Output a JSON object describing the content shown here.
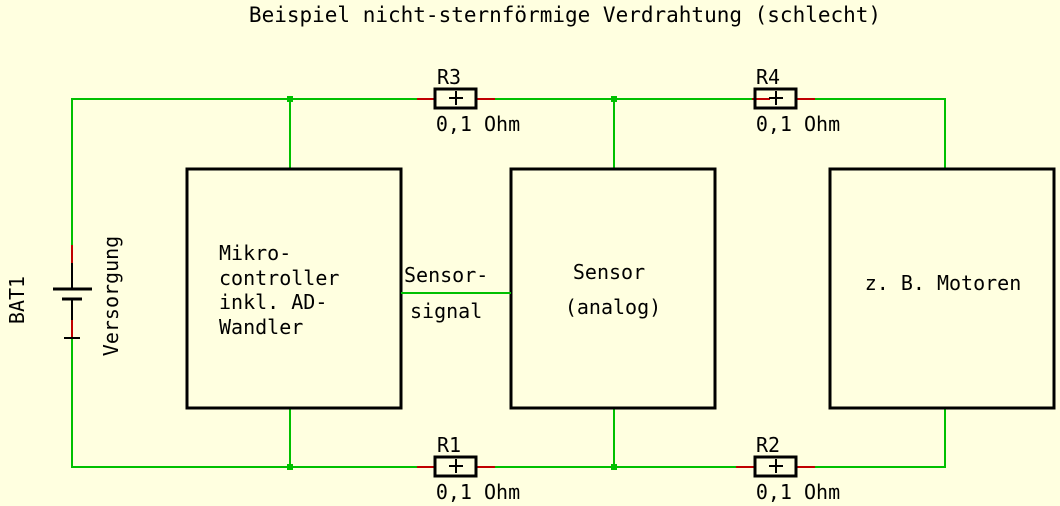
{
  "title": "Beispiel nicht-sternförmige Verdrahtung (schlecht)",
  "colors": {
    "background": "#ffffe0",
    "wire": "#00c000",
    "pin": "#c00000",
    "body": "#000000"
  },
  "battery": {
    "name": "BAT1",
    "label": "Versorgung"
  },
  "resistors": [
    {
      "name": "R3",
      "value": "0,1 Ohm"
    },
    {
      "name": "R4",
      "value": "0,1 Ohm"
    },
    {
      "name": "R1",
      "value": "0,1 Ohm"
    },
    {
      "name": "R2",
      "value": "0,1 Ohm"
    }
  ],
  "blocks": {
    "mcu": [
      "Mikro-",
      "controller",
      "inkl. AD-",
      "Wandler"
    ],
    "sensor": [
      "Sensor",
      "(analog)"
    ],
    "motor": [
      "z. B.  Motoren"
    ]
  },
  "signal": [
    "Sensor-",
    "signal"
  ]
}
